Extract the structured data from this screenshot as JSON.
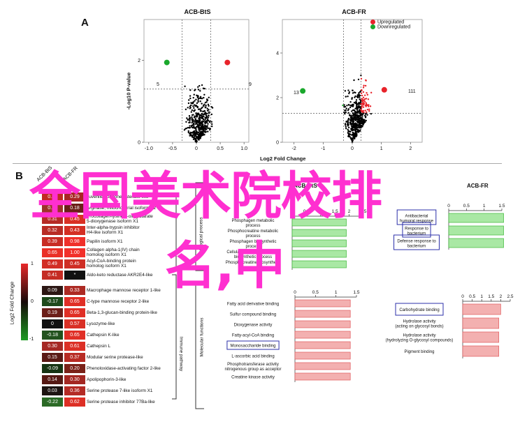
{
  "panelA": {
    "label": "A",
    "legend": {
      "up": "Upregulated",
      "down": "Downregulated"
    },
    "ylabel": "-Log10 P-value",
    "xlabel": "Log2 Fold Change",
    "left": {
      "title": "ACB-BtS",
      "down_count": "5",
      "up_count": "9",
      "xticks": [
        "-1.0",
        "-0.5",
        "0",
        "0.5",
        "1.0"
      ],
      "yticks": [
        "0",
        "2"
      ]
    },
    "right": {
      "title": "ACB-FR",
      "down_count": "13",
      "up_count": "111",
      "xticks": [
        "-2",
        "-1",
        "0",
        "1",
        "2"
      ],
      "yticks": [
        "0",
        "2",
        "4"
      ]
    }
  },
  "panelB": {
    "label": "B",
    "col1_header": "ACB-BtS",
    "col2_header": "ACB-FR",
    "scale_title": "Log2 Fold Change",
    "scale_ticks": [
      "1",
      "0",
      "-1"
    ],
    "group_labels": [
      "Biological process",
      "Immune pathway",
      "Molecular functions"
    ],
    "genes": [
      {
        "a": "0.35",
        "b": "0.29",
        "name": "Juvenile hormone esterase-like",
        "ca": "#c22a22",
        "cb": "#a92624"
      },
      {
        "a": "0.27",
        "b": "0.18",
        "name": "Arginase, mitochondrial isoform X2",
        "ca": "#9d3329",
        "cb": "#6b2018"
      },
      {
        "a": "0.31",
        "b": "0.45",
        "name": "Procollagen-lysine,2-oxoglutarate\n5-dioxygenase isoform X1",
        "ca": "#b62b25",
        "cb": "#d93024"
      },
      {
        "a": "0.32",
        "b": "0.43",
        "name": "Inter-alpha-trypsin inhibitor\nH4-like isoform X1",
        "ca": "#b82c25",
        "cb": "#d42f24"
      },
      {
        "a": "0.39",
        "b": "0.98",
        "name": "Papilin isoform X1",
        "ca": "#c82c24",
        "cb": "#f0302a"
      },
      {
        "a": "0.65",
        "b": "1.00",
        "name": "Collagen alpha-1(IV) chain\nhomolog isoform X1",
        "ca": "#ea2f27",
        "cb": "#f2302a"
      },
      {
        "a": "0.49",
        "b": "0.45",
        "name": "Acyl-CoA-binding protein\nhomolog isoform X1",
        "ca": "#d22d25",
        "cb": "#cf2e25"
      },
      {
        "a": "0.41",
        "b": "*",
        "name": "Aldo-keto reductase AKR2E4-like",
        "ca": "#c52c24",
        "cb": "#111111"
      },
      {
        "a": "0.09",
        "b": "0.33",
        "name": "Macrophage mannose receptor 1-like",
        "ca": "#2c1714",
        "cb": "#ad2a23"
      },
      {
        "a": "-0.17",
        "b": "0.65",
        "name": "C-type mannose receptor 2-like",
        "ca": "#1e4a1c",
        "cb": "#e02f26"
      },
      {
        "a": "0.19",
        "b": "0.65",
        "name": "Beta-1,3-glucan-binding protein-like",
        "ca": "#6b1e18",
        "cb": "#e02f26"
      },
      {
        "a": "0",
        "b": "0.57",
        "name": "Lysozyme-like",
        "ca": "#111111",
        "cb": "#d92f25"
      },
      {
        "a": "-0.18",
        "b": "0.65",
        "name": "Cathepsin K-like",
        "ca": "#22521e",
        "cb": "#e02f26"
      },
      {
        "a": "0.30",
        "b": "0.61",
        "name": "Cathepsin L",
        "ca": "#a52824",
        "cb": "#dc2f25"
      },
      {
        "a": "0.15",
        "b": "0.37",
        "name": "Modular serine protease-like",
        "ca": "#5a1a16",
        "cb": "#b82c25"
      },
      {
        "a": "-0.09",
        "b": "0.20",
        "name": "Phenoloxidase-activating factor 2-like",
        "ca": "#163414",
        "cb": "#7a2219"
      },
      {
        "a": "0.14",
        "b": "0.30",
        "name": "Apolipophorin-3-like",
        "ca": "#561914",
        "cb": "#a42823"
      },
      {
        "a": "0.03",
        "b": "0.36",
        "name": "Serine protease 7-like isoform X1",
        "ca": "#1d1412",
        "cb": "#b42b25"
      },
      {
        "a": "-0.22",
        "b": "0.62",
        "name": "Serine protease inhibitor 77Ba-like",
        "ca": "#2b6a26",
        "cb": "#dd2f25"
      }
    ],
    "bp_btsfr_title": "ACB-BtS",
    "bp_fr_title": "ACB-FR",
    "bp_ticks": [
      "0",
      "0.5",
      "1",
      "1.5",
      "2",
      "2.5"
    ],
    "bp_right_ticks": [
      "0",
      "0.5",
      "1",
      "1.5"
    ],
    "mf_ticks": [
      "0",
      "0.5",
      "1",
      "1.5"
    ],
    "mf_right_ticks": [
      "0",
      "0.5",
      "1",
      "1.5",
      "2",
      "2.5"
    ],
    "bp_terms": [
      {
        "t": "Phosphagen metabolic\nprocess",
        "v": 1.9
      },
      {
        "t": "Phosphocreatine metabolic\nprocess",
        "v": 1.9
      },
      {
        "t": "Phosphagen biosynthetic\nprocess",
        "v": 1.9
      },
      {
        "t": "Cellular modified amino acid\nbiosynthetic process",
        "v": 1.9
      },
      {
        "t": "Phosphocreatine biosynthetic\nprocess",
        "v": 1.9
      }
    ],
    "bp_right_terms": [
      {
        "t": "Antibacterial\nhumoral response",
        "v": 1.55,
        "box": true
      },
      {
        "t": "Response to\nbacterium",
        "v": 1.55,
        "box": true
      },
      {
        "t": "Defense response to\nbacterium",
        "v": 1.55,
        "box": true
      }
    ],
    "mf_terms": [
      {
        "t": "Fatty acid derivative binding",
        "v": 1.35,
        "box": false
      },
      {
        "t": "Sulfur compound binding",
        "v": 1.35,
        "box": false
      },
      {
        "t": "Dioxygenase activity",
        "v": 1.35,
        "box": false
      },
      {
        "t": "Fatty-acyl-CoA binding",
        "v": 1.35,
        "box": false
      },
      {
        "t": "Monosaccharide binding",
        "v": 1.35,
        "box": true
      },
      {
        "t": "L-ascorbic acid binding",
        "v": 1.35,
        "box": false
      },
      {
        "t": "Phosphotransferase activity\nnitrogenous group as acceptor",
        "v": 1.35,
        "box": false
      },
      {
        "t": "Creatine kinase activity",
        "v": 1.35,
        "box": false
      }
    ],
    "mf_right_terms": [
      {
        "t": "Carbohydrate binding",
        "v": 2.0,
        "box": true
      },
      {
        "t": "Hydrolase activity\n(acting on glycosyl bonds)",
        "v": 1.9,
        "box": false
      },
      {
        "t": "Hydrolase activity\n(hydrolyzing O-glycosyl compounds)",
        "v": 1.9,
        "box": false
      },
      {
        "t": "Pigment binding",
        "v": 1.9,
        "box": false
      }
    ]
  },
  "overlay": {
    "line1": "全国美术院校排",
    "line2": "名,中"
  },
  "colors": {
    "up": "#e8232a",
    "down": "#1aa82c",
    "bp_bar": "#7fd37a",
    "mf_bar": "#e9787a",
    "overlay": "#ff2fd0"
  }
}
